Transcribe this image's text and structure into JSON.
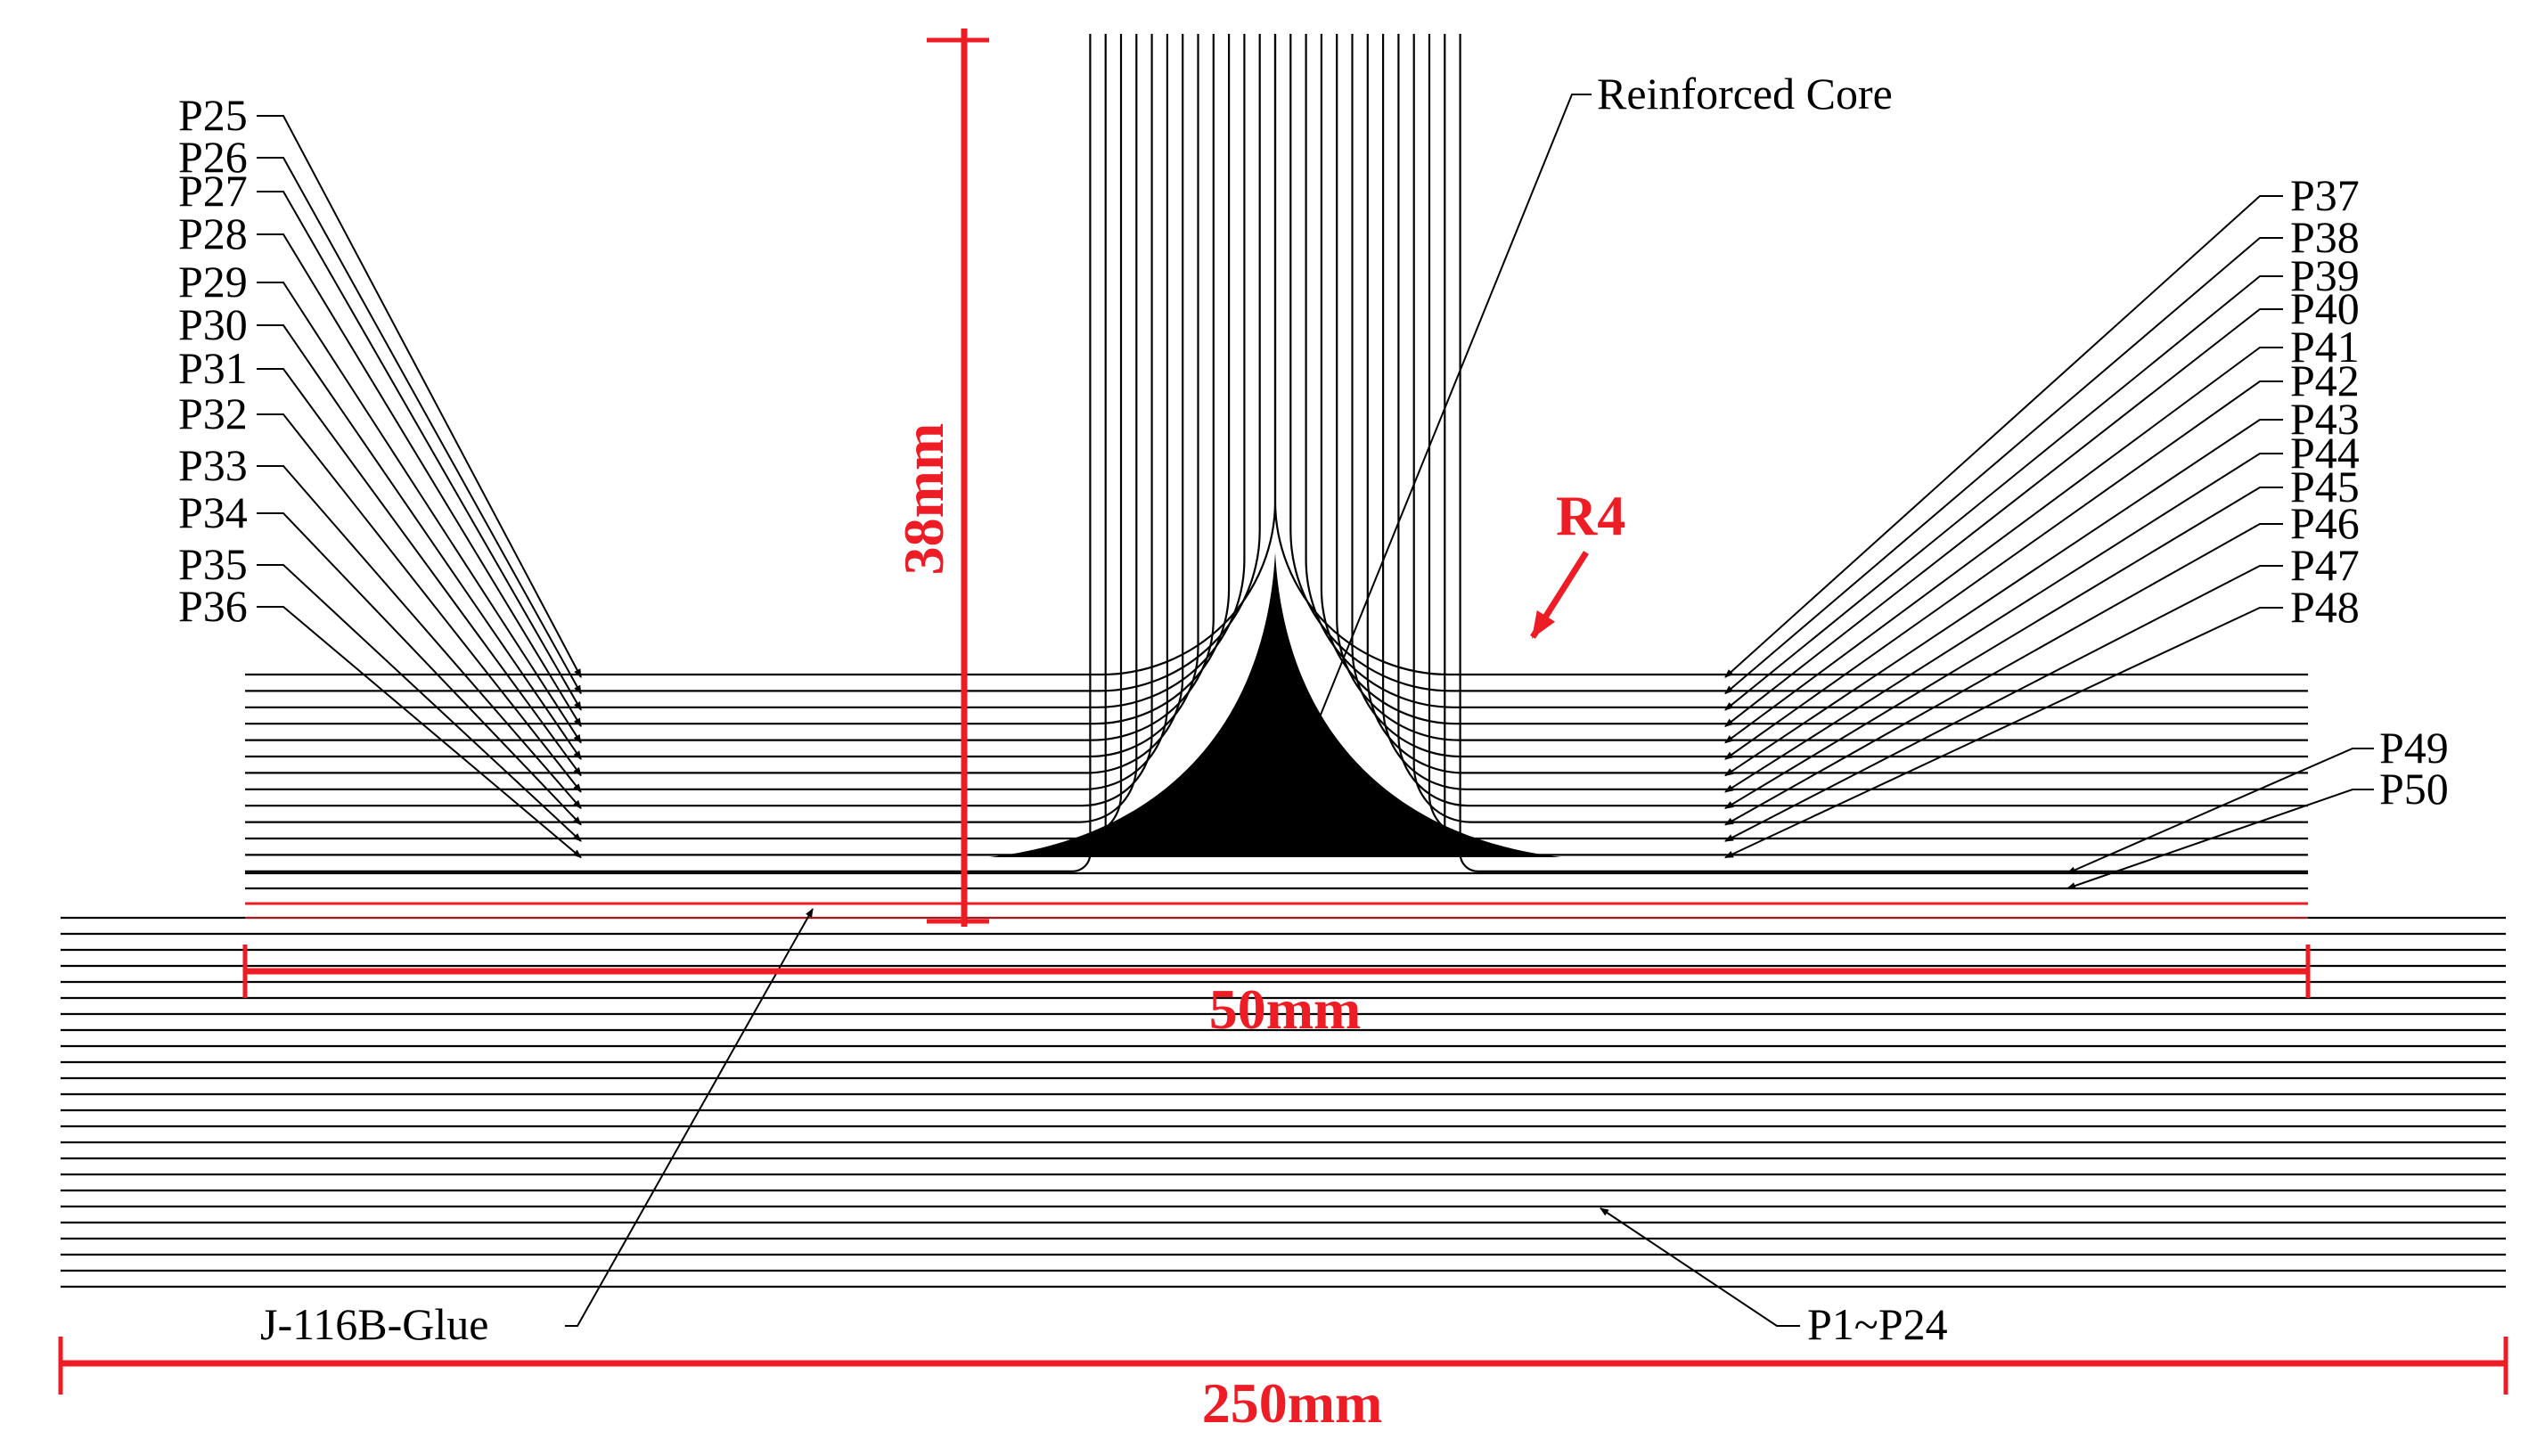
{
  "colors": {
    "ink": "#000000",
    "dimension": "#ee1c25",
    "glue": "#ee1c25"
  },
  "labels": {
    "reinforced_core": "Reinforced Core",
    "radius": "R4",
    "glue": "J-116B-Glue",
    "base_plies": "P1~P24",
    "left_plies": [
      "P25",
      "P26",
      "P27",
      "P28",
      "P29",
      "P30",
      "P31",
      "P32",
      "P33",
      "P34",
      "P35",
      "P36"
    ],
    "right_plies": [
      "P37",
      "P38",
      "P39",
      "P40",
      "P41",
      "P42",
      "P43",
      "P44",
      "P45",
      "P46",
      "P47",
      "P48"
    ],
    "cover_plies": [
      "P49",
      "P50"
    ]
  },
  "dimensions": {
    "height": "38mm",
    "flange_width": "50mm",
    "total_width": "250mm"
  }
}
